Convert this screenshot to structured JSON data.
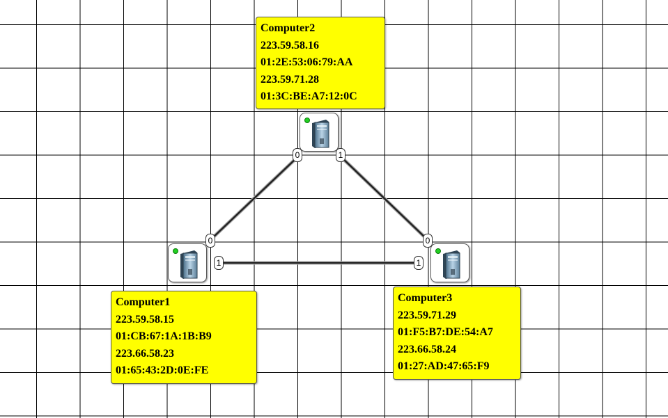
{
  "computers": [
    {
      "name": "Computer1",
      "addresses": [
        "223.59.58.15",
        "01:CB:67:1A:1B:B9",
        "223.66.58.23",
        "01:65:43:2D:0E:FE"
      ],
      "status": "online",
      "ports": [
        "0",
        "1"
      ]
    },
    {
      "name": "Computer2",
      "addresses": [
        "223.59.58.16",
        "01:2E:53:06:79:AA",
        "223.59.71.28",
        "01:3C:BE:A7:12:0C"
      ],
      "status": "online",
      "ports": [
        "0",
        "1"
      ]
    },
    {
      "name": "Computer3",
      "addresses": [
        "223.59.71.29",
        "01:F5:B7:DE:54:A7",
        "223.66.58.24",
        "01:27:AD:47:65:F9"
      ],
      "status": "online",
      "ports": [
        "0",
        "1"
      ]
    }
  ],
  "links": [
    {
      "from": "Computer1",
      "from_port": "0",
      "to": "Computer2",
      "to_port": "0"
    },
    {
      "from": "Computer2",
      "from_port": "1",
      "to": "Computer3",
      "to_port": "0"
    },
    {
      "from": "Computer1",
      "from_port": "1",
      "to": "Computer3",
      "to_port": "1"
    }
  ],
  "colors": {
    "label_background": "#ffff00",
    "status_led": "#22d022",
    "link": "#222222"
  },
  "icons": {
    "node": "computer-tower-icon"
  }
}
